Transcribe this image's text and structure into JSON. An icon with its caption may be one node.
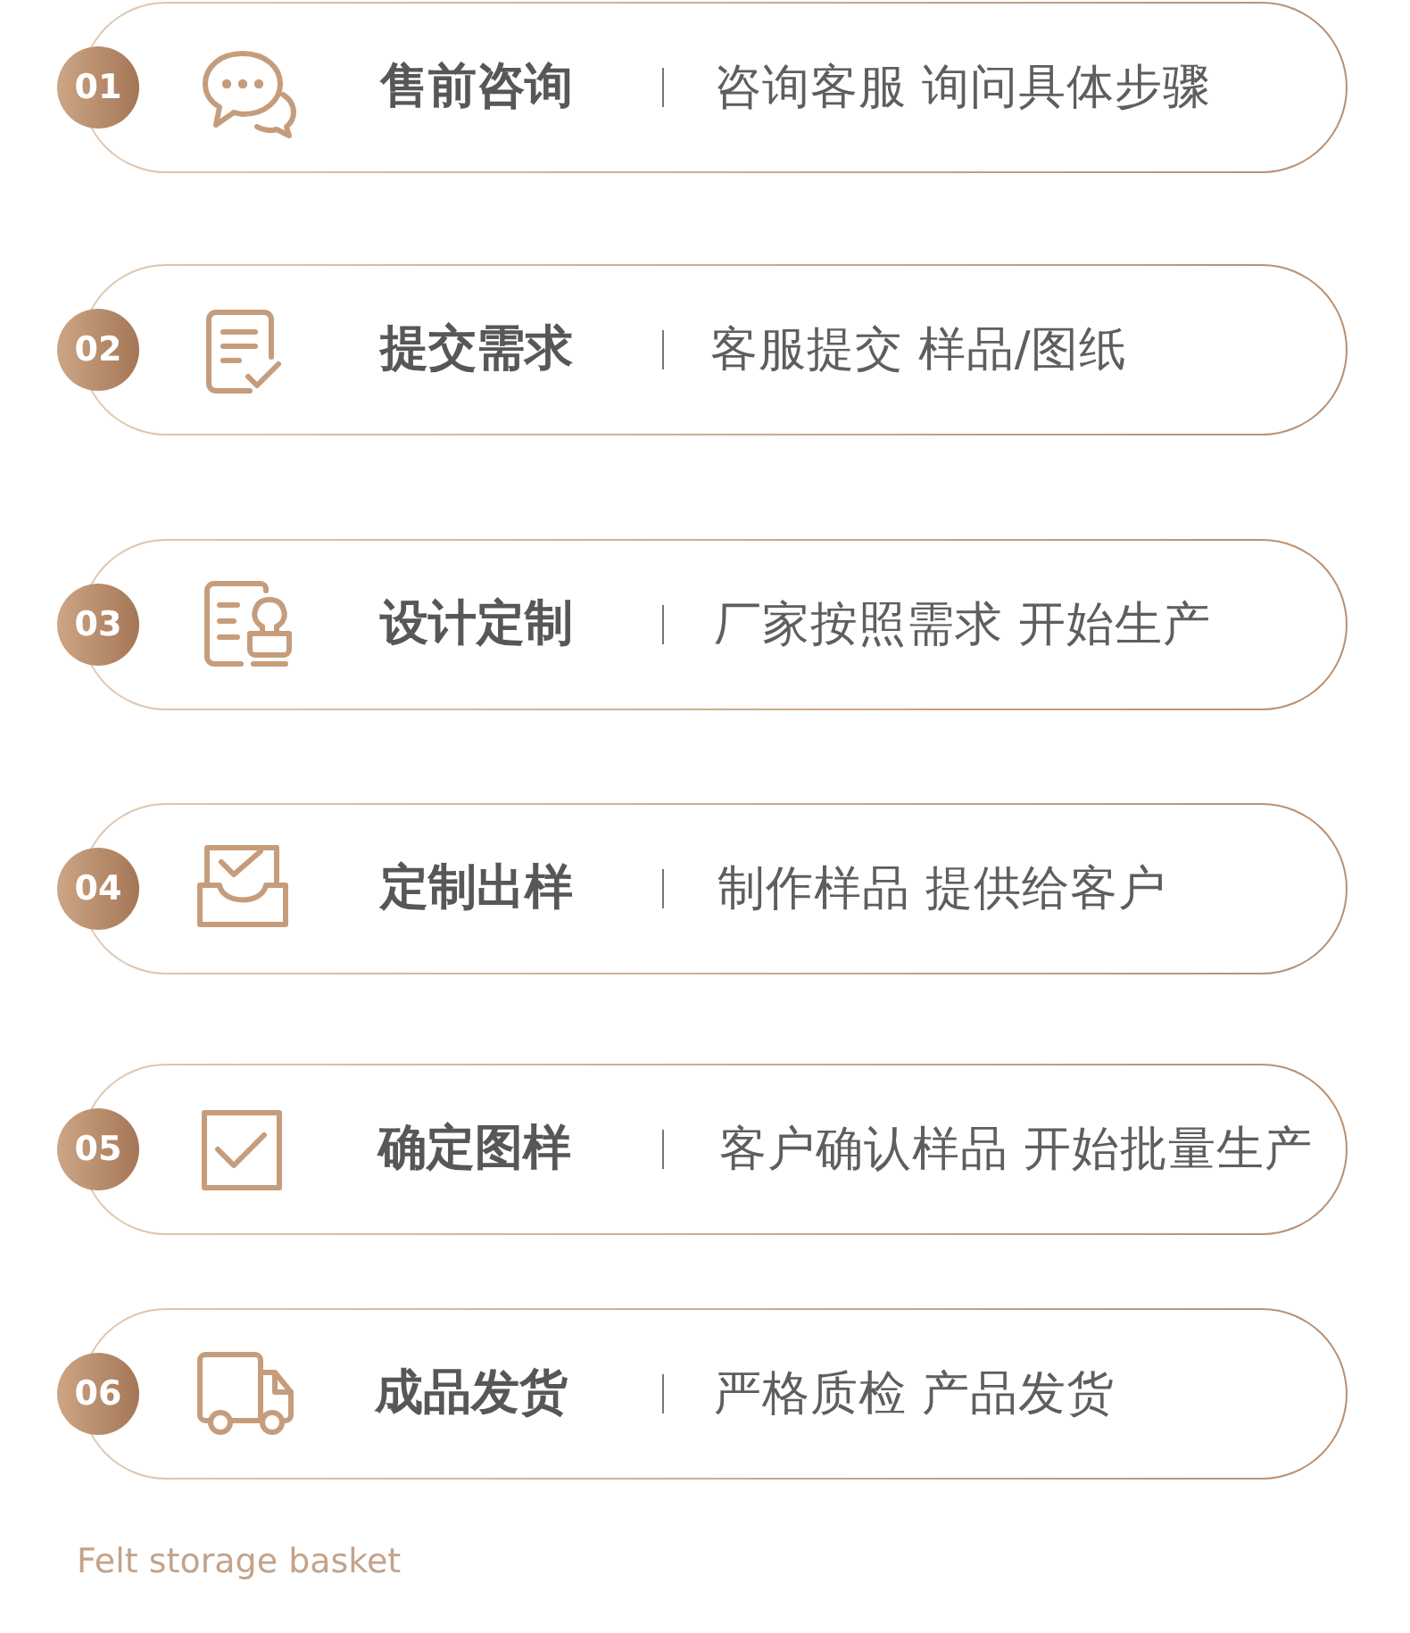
{
  "diagram": {
    "nodes": [
      {
        "text": [
          "售前咨询",
          "咨询客服 询问具体步骤"
        ]
      },
      {
        "text": [
          "01"
        ],
        "in": 0
      },
      {
        "text": [
          "提交需求",
          "客服提交 样品/图纸"
        ]
      },
      {
        "text": [
          "02"
        ],
        "in": 2
      },
      {
        "text": [
          "设计定制",
          "厂家按照需求 开始生产"
        ]
      },
      {
        "text": [
          "03"
        ],
        "in": 4
      },
      {
        "text": [
          "定制出样",
          "制作样品 提供给客户"
        ]
      },
      {
        "text": [
          "04"
        ],
        "in": 6
      },
      {
        "text": [
          "确定图样",
          "客户确认样品 开始批量生产"
        ]
      },
      {
        "text": [
          "05"
        ],
        "in": 8
      },
      {
        "text": [
          "成品发货",
          "严格质检 产品发货"
        ]
      },
      {
        "text": [
          "06"
        ],
        "in": 10
      }
    ],
    "labels": [
      "Felt storage basket"
    ]
  }
}
